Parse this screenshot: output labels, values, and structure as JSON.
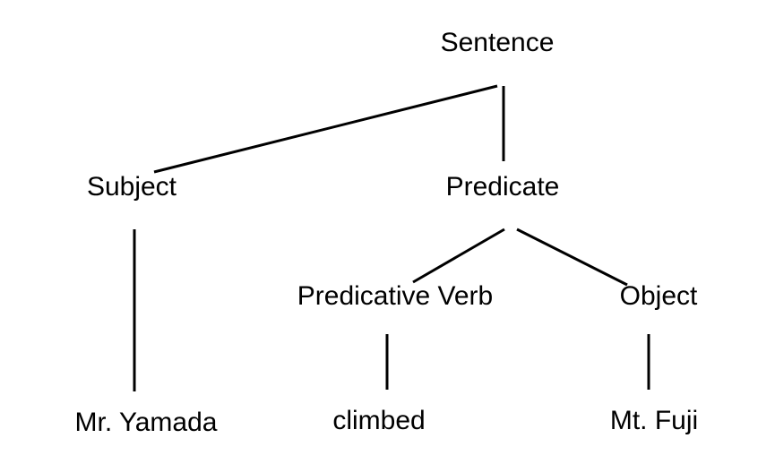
{
  "diagram": {
    "nodes": {
      "sentence": "Sentence",
      "subject": "Subject",
      "predicate": "Predicate",
      "predicative_verb": "Predicative Verb",
      "object": "Object",
      "mr_yamada": "Mr. Yamada",
      "climbed": "climbed",
      "mt_fuji": "Mt. Fuji"
    },
    "edges": [
      {
        "from": "sentence",
        "to": "subject"
      },
      {
        "from": "sentence",
        "to": "predicate"
      },
      {
        "from": "subject",
        "to": "mr_yamada"
      },
      {
        "from": "predicate",
        "to": "predicative_verb"
      },
      {
        "from": "predicate",
        "to": "object"
      },
      {
        "from": "predicative_verb",
        "to": "climbed"
      },
      {
        "from": "object",
        "to": "mt_fuji"
      }
    ],
    "colors": {
      "line": "#000000",
      "text": "#000000",
      "background": "#ffffff"
    }
  }
}
